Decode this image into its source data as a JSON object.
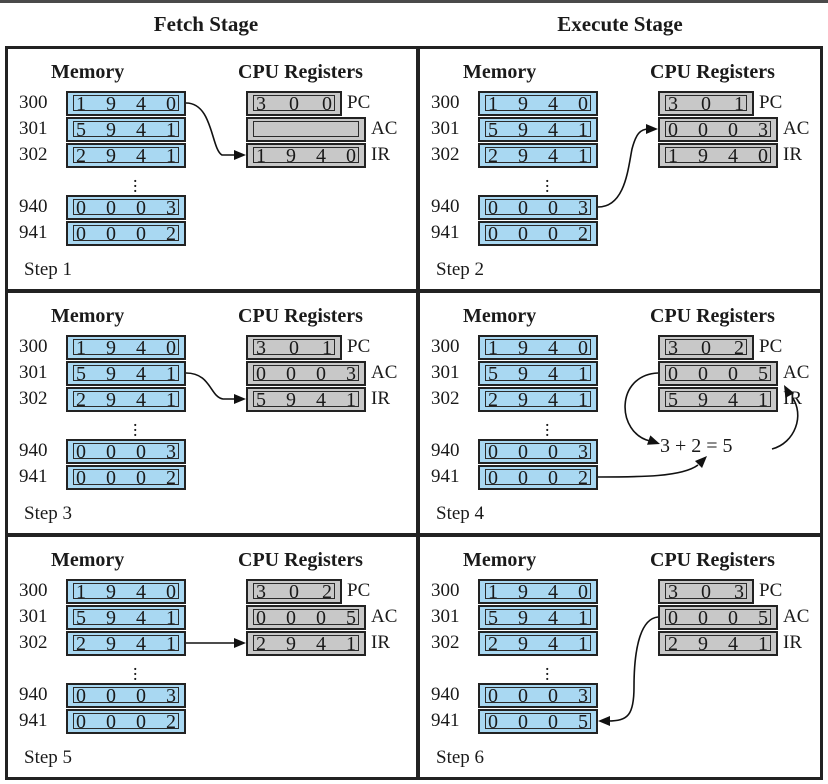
{
  "stages": {
    "fetch": "Fetch Stage",
    "execute": "Execute Stage"
  },
  "headers": {
    "memory": "Memory",
    "registers": "CPU Registers"
  },
  "register_names": [
    "PC",
    "AC",
    "IR"
  ],
  "steps": [
    {
      "label": "Step 1",
      "memory": [
        {
          "addr": "300",
          "value": "1940"
        },
        {
          "addr": "301",
          "value": "5941"
        },
        {
          "addr": "302",
          "value": "2941"
        },
        {
          "addr": "940",
          "value": "0003"
        },
        {
          "addr": "941",
          "value": "0002"
        }
      ],
      "registers": {
        "PC": "300",
        "AC": "",
        "IR": "1940"
      },
      "arrows": [
        "memory 300 to IR"
      ]
    },
    {
      "label": "Step 2",
      "memory": [
        {
          "addr": "300",
          "value": "1940"
        },
        {
          "addr": "301",
          "value": "5941"
        },
        {
          "addr": "302",
          "value": "2941"
        },
        {
          "addr": "940",
          "value": "0003"
        },
        {
          "addr": "941",
          "value": "0002"
        }
      ],
      "registers": {
        "PC": "301",
        "AC": "0003",
        "IR": "1940"
      },
      "arrows": [
        "memory 940 to AC"
      ]
    },
    {
      "label": "Step 3",
      "memory": [
        {
          "addr": "300",
          "value": "1940"
        },
        {
          "addr": "301",
          "value": "5941"
        },
        {
          "addr": "302",
          "value": "2941"
        },
        {
          "addr": "940",
          "value": "0003"
        },
        {
          "addr": "941",
          "value": "0002"
        }
      ],
      "registers": {
        "PC": "301",
        "AC": "0003",
        "IR": "5941"
      },
      "arrows": [
        "memory 301 to IR"
      ]
    },
    {
      "label": "Step 4",
      "memory": [
        {
          "addr": "300",
          "value": "1940"
        },
        {
          "addr": "301",
          "value": "5941"
        },
        {
          "addr": "302",
          "value": "2941"
        },
        {
          "addr": "940",
          "value": "0003"
        },
        {
          "addr": "941",
          "value": "0002"
        }
      ],
      "registers": {
        "PC": "302",
        "AC": "0005",
        "IR": "5941"
      },
      "equation": "3 + 2 = 5",
      "arrows": [
        "AC to equation",
        "memory 941 to equation",
        "equation to AC"
      ]
    },
    {
      "label": "Step 5",
      "memory": [
        {
          "addr": "300",
          "value": "1940"
        },
        {
          "addr": "301",
          "value": "5941"
        },
        {
          "addr": "302",
          "value": "2941"
        },
        {
          "addr": "940",
          "value": "0003"
        },
        {
          "addr": "941",
          "value": "0002"
        }
      ],
      "registers": {
        "PC": "302",
        "AC": "0005",
        "IR": "2941"
      },
      "arrows": [
        "memory 302 to IR"
      ]
    },
    {
      "label": "Step 6",
      "memory": [
        {
          "addr": "300",
          "value": "1940"
        },
        {
          "addr": "301",
          "value": "5941"
        },
        {
          "addr": "302",
          "value": "2941"
        },
        {
          "addr": "940",
          "value": "0003"
        },
        {
          "addr": "941",
          "value": "0005"
        }
      ],
      "registers": {
        "PC": "303",
        "AC": "0005",
        "IR": "2941"
      },
      "arrows": [
        "AC to memory 941"
      ]
    }
  ],
  "colors": {
    "memory_fill": "#a9d8f2",
    "register_fill": "#c8c8c8",
    "border": "#222222"
  }
}
